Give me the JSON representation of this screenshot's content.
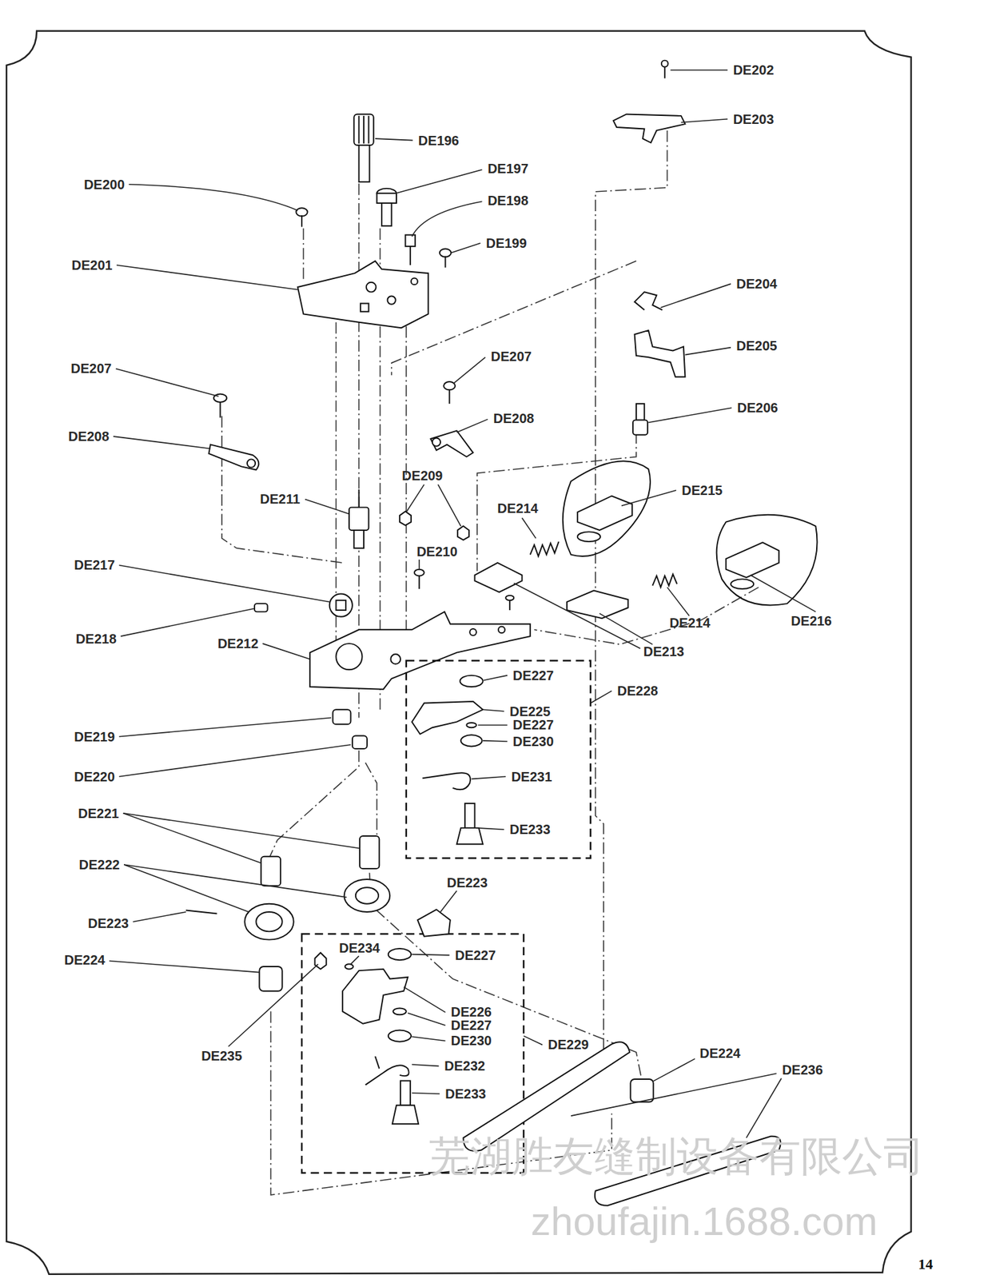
{
  "diagram": {
    "labels": [
      "DE202",
      "DE203",
      "DE196",
      "DE197",
      "DE200",
      "DE198",
      "DE199",
      "DE201",
      "DE204",
      "DE205",
      "DE207",
      "DE207",
      "DE206",
      "DE208",
      "DE208",
      "DE209",
      "DE215",
      "DE211",
      "DE214",
      "DE210",
      "DE217",
      "DE216",
      "DE214",
      "DE218",
      "DE212",
      "DE213",
      "DE227",
      "DE228",
      "DE225",
      "DE227",
      "DE230",
      "DE219",
      "DE220",
      "DE231",
      "DE221",
      "DE233",
      "DE222",
      "DE223",
      "DE223",
      "DE234",
      "DE227",
      "DE224",
      "DE226",
      "DE227",
      "DE230",
      "DE229",
      "DE224",
      "DE235",
      "DE236",
      "DE232",
      "DE233",
      "芜湖胜友缝制设备有限公司",
      "zhoufajin.1688.com",
      "14"
    ]
  }
}
